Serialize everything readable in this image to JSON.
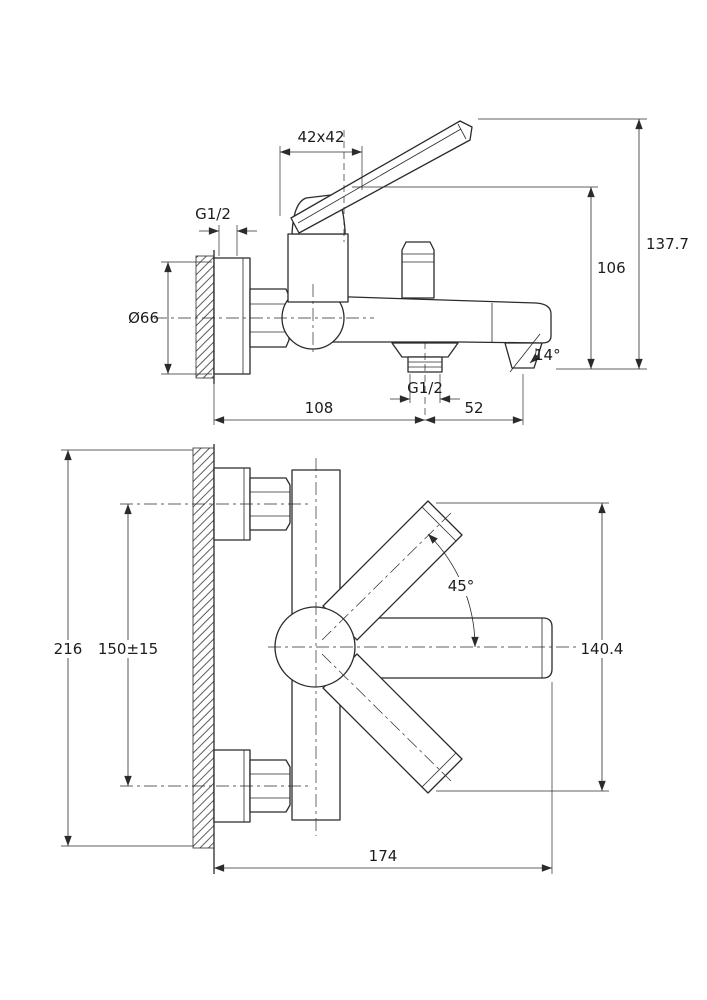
{
  "colors": {
    "line": "#2b2b2b",
    "background": "#ffffff"
  },
  "drawing": {
    "side_view": {
      "dims": {
        "handle_size": "42x42",
        "inlet_thread": "G1/2",
        "escutcheon_diameter": "Ø66",
        "overall_height": "137.7",
        "body_height": "106",
        "spout_angle": "14°",
        "outlet_thread": "G1/2",
        "wall_to_outlet": "108",
        "outlet_to_tip": "52"
      }
    },
    "front_view": {
      "dims": {
        "overall_height": "216",
        "inlet_spacing": "150±15",
        "pipe_angle": "45°",
        "outer_span": "140.4",
        "overall_width": "174"
      }
    }
  }
}
